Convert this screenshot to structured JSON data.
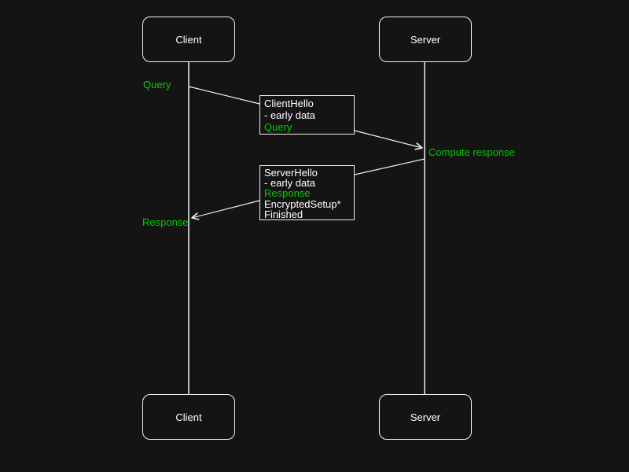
{
  "colors": {
    "background": "#141414",
    "text": "#ffffff",
    "line": "#f0f0f0",
    "green": "#00cc00"
  },
  "actors": {
    "client": "Client",
    "server": "Server"
  },
  "annotations": {
    "query": "Query",
    "compute_response": "Compute response",
    "response": "Response"
  },
  "messages": {
    "client_hello": {
      "lines": [
        {
          "text": "ClientHello",
          "color": "text"
        },
        {
          "text": "- early data",
          "color": "text"
        },
        {
          "text": "Query",
          "color": "green"
        }
      ]
    },
    "server_hello": {
      "lines": [
        {
          "text": "ServerHello",
          "color": "text"
        },
        {
          "text": "- early data",
          "color": "text"
        },
        {
          "text": "Response",
          "color": "green"
        },
        {
          "text": "EncryptedSetup*",
          "color": "text"
        },
        {
          "text": "Finished",
          "color": "text"
        }
      ]
    }
  }
}
